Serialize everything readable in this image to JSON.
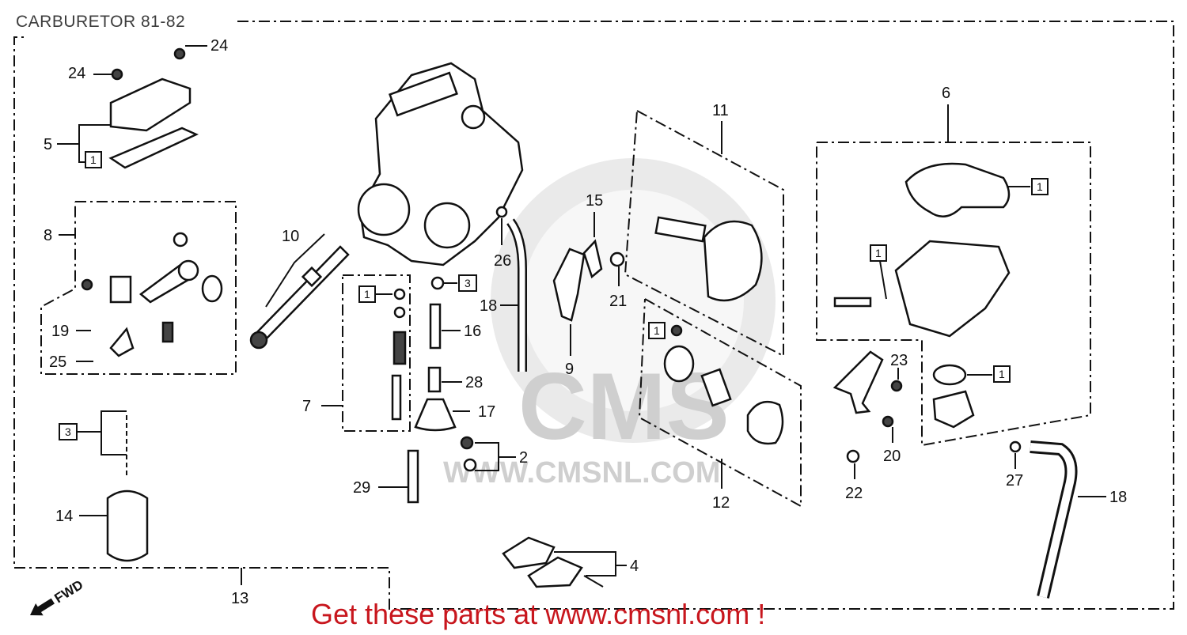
{
  "title": "CARBURETOR 81-82",
  "footer": "Get these parts at www.cmsnl.com !",
  "watermark": {
    "logo": "CMS",
    "url": "WWW.CMSNL.COM"
  },
  "direction_marker": "FWD",
  "callouts": {
    "c2": "2",
    "c4": "4",
    "c5": "5",
    "c6": "6",
    "c7": "7",
    "c8": "8",
    "c9": "9",
    "c10": "10",
    "c11": "11",
    "c12": "12",
    "c13": "13",
    "c14": "14",
    "c15": "15",
    "c16": "16",
    "c17": "17",
    "c18a": "18",
    "c18b": "18",
    "c19": "19",
    "c20": "20",
    "c21": "21",
    "c22": "22",
    "c23": "23",
    "c24a": "24",
    "c24b": "24",
    "c25": "25",
    "c26": "26",
    "c27": "27",
    "c28": "28",
    "c29": "29"
  },
  "boxed": {
    "b1_5": "1",
    "b1_7": "1",
    "b1_12": "1",
    "b1_6a": "1",
    "b1_6b": "1",
    "b1_6c": "1",
    "b3_a": "3",
    "b3_b": "3"
  },
  "colors": {
    "ink": "#111111",
    "footer": "#c8161d",
    "title": "#3d3d3d",
    "watermark": "#d9d9d9"
  }
}
